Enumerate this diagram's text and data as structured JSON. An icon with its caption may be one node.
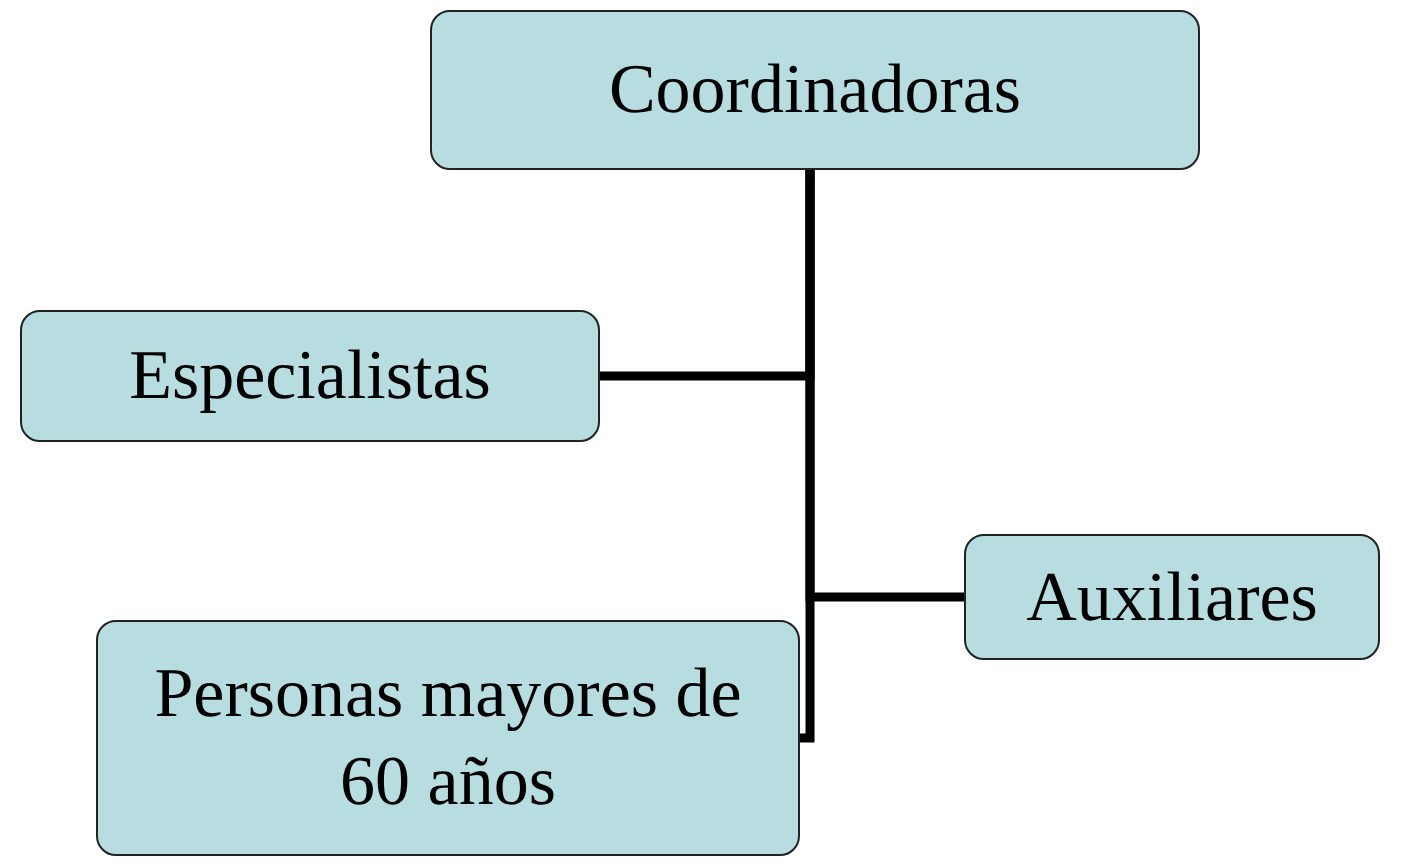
{
  "diagram": {
    "nodes": [
      {
        "text": [
          "Coordinadoras"
        ]
      },
      {
        "text": [
          "Especialistas"
        ]
      },
      {
        "text": [
          "Auxiliares"
        ]
      },
      {
        "text": [
          "Personas mayores de 60 años"
        ]
      }
    ],
    "edges": [
      {
        "from": 0,
        "to": 1,
        "arrow": "none"
      },
      {
        "from": 0,
        "to": 2,
        "arrow": "none"
      },
      {
        "from": 0,
        "to": 3,
        "arrow": "none"
      }
    ]
  }
}
